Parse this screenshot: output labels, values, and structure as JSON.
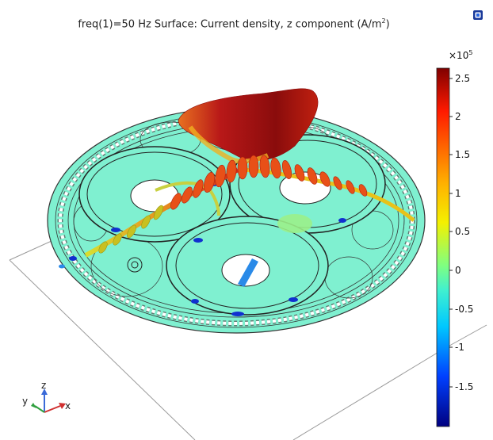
{
  "title": {
    "prefix": "freq(1)=50 Hz   Surface: Current density, z component (A/m",
    "sup": "2",
    "suffix": ")"
  },
  "colorbar": {
    "multiplier_base": "×10",
    "multiplier_exp": "5",
    "ticks": [
      "2.5",
      "2",
      "1.5",
      "1",
      "0.5",
      "0",
      "-0.5",
      "-1",
      "-1.5"
    ]
  },
  "axes": {
    "x": "x",
    "y": "y",
    "z": "z"
  },
  "icons": {
    "toolbar_logo": "comsol-cube-icon"
  },
  "colors": {
    "insulation": "#7ff0d0",
    "ribbon_dark": "#a61010",
    "ribbon_mid": "#e8501a",
    "ribbon_yellow": "#e8c21a",
    "negative_blue": "#1030d0"
  }
}
